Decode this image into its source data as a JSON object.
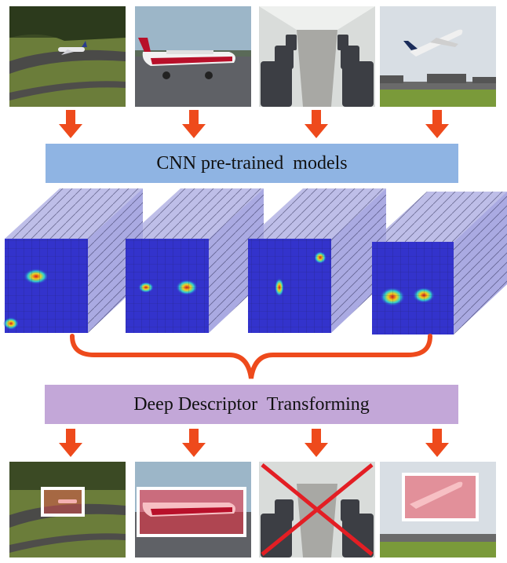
{
  "banners": {
    "cnn_label": "CNN pre-trained  models",
    "ddt_label": "Deep Descriptor  Transforming"
  },
  "photos_top": [
    {
      "icon": "airplane-on-runway-photo"
    },
    {
      "icon": "small-red-white-plane-photo"
    },
    {
      "icon": "aircraft-cabin-interior-photo"
    },
    {
      "icon": "airliner-taking-off-photo"
    }
  ],
  "photos_bottom": [
    {
      "icon": "airplane-on-runway-localized-photo"
    },
    {
      "icon": "small-plane-localized-photo"
    },
    {
      "icon": "cabin-interior-rejected-photo"
    },
    {
      "icon": "airliner-localized-photo"
    }
  ],
  "colors": {
    "arrow": "#ee4a1c",
    "cnn_banner": "#8fb4e3",
    "ddt_banner": "#c3a7d8",
    "feature_map": "#3333cc",
    "bbox": "#ffffff",
    "reject_cross": "#e31e24"
  }
}
